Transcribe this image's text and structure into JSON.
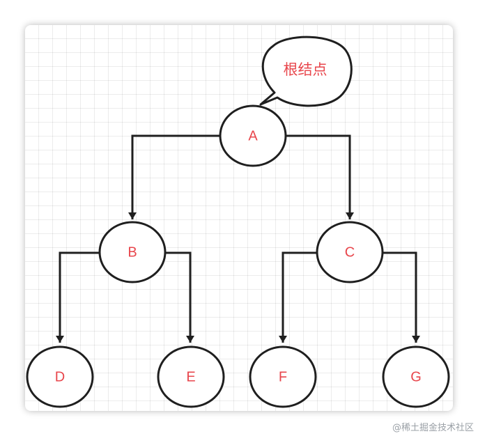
{
  "callout": {
    "text": "根结点"
  },
  "nodes": {
    "a": "A",
    "b": "B",
    "c": "C",
    "d": "D",
    "e": "E",
    "f": "F",
    "g": "G"
  },
  "colors": {
    "node_text": "#e8464c",
    "stroke": "#1f1f1f"
  },
  "watermark": "@稀土掘金技术社区"
}
